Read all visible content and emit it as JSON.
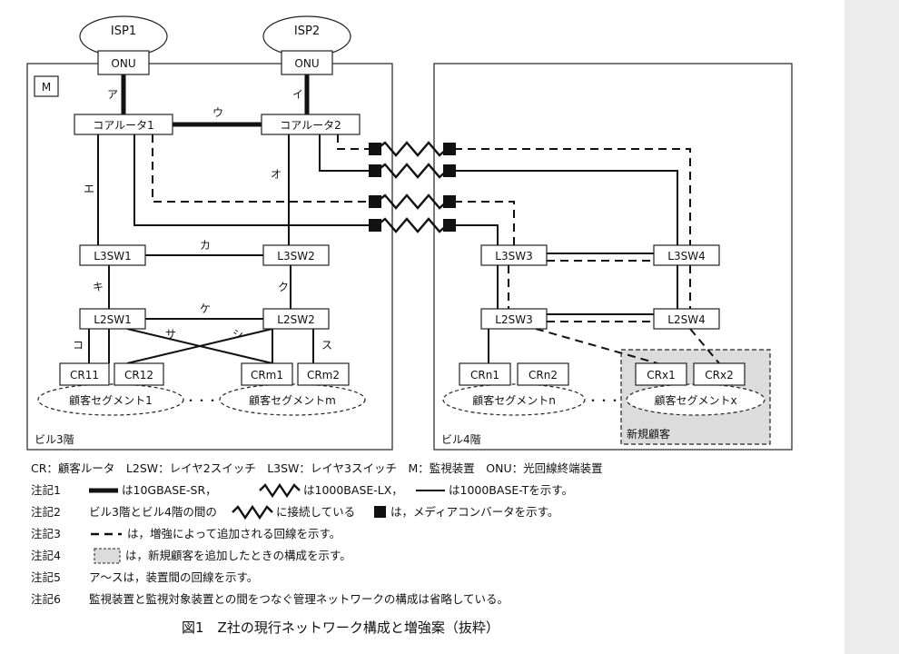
{
  "isp": [
    "ISP1",
    "ISP2"
  ],
  "devices": {
    "onu": "ONU",
    "core1": "コアルータ1",
    "core2": "コアルータ2",
    "l3sw1": "L3SW1",
    "l3sw2": "L3SW2",
    "l3sw3": "L3SW3",
    "l3sw4": "L3SW4",
    "l2sw1": "L2SW1",
    "l2sw2": "L2SW2",
    "l2sw3": "L2SW3",
    "l2sw4": "L2SW4",
    "m": "M",
    "cr11": "CR11",
    "cr12": "CR12",
    "crm1": "CRm1",
    "crm2": "CRm2",
    "crn1": "CRn1",
    "crn2": "CRn2",
    "crx1": "CRx1",
    "crx2": "CRx2"
  },
  "segments": {
    "seg1": "顧客セグメント1",
    "segm": "顧客セグメントm",
    "segn": "顧客セグメントn",
    "segx": "顧客セグメントx",
    "ellipsis": "・・・"
  },
  "floors": {
    "f3": "ビル3階",
    "f4": "ビル4階",
    "newcustomer": "新規顧客"
  },
  "line_labels": {
    "a": "ア",
    "i": "イ",
    "u": "ウ",
    "e": "エ",
    "o": "オ",
    "ka": "カ",
    "ki": "キ",
    "ku": "ク",
    "ke": "ケ",
    "ko": "コ",
    "sa": "サ",
    "shi": "シ",
    "su": "ス"
  },
  "legend": "CR：顧客ルータ　L2SW：レイヤ2スイッチ　L3SW：レイヤ3スイッチ　M：監視装置　ONU：光回線終端装置",
  "notes": [
    {
      "label": "注記1",
      "p1": "は10GBASE-SR，",
      "p2": "は1000BASE-LX，",
      "p3": "は1000BASE-Tを示す。"
    },
    {
      "label": "注記2",
      "p1": "ビル3階とビル4階の間の",
      "p2": "に接続している",
      "p3": "は，メディアコンバータを示す。"
    },
    {
      "label": "注記3",
      "p1": "は，増強によって追加される回線を示す。"
    },
    {
      "label": "注記4",
      "p1": "は，新規顧客を追加したときの構成を示す。"
    },
    {
      "label": "注記5",
      "p1": "ア～スは，装置間の回線を示す。"
    },
    {
      "label": "注記6",
      "p1": "監視装置と監視対象装置との間をつなぐ管理ネットワークの構成は省略している。"
    }
  ],
  "figure_title": "図1　Z社の現行ネットワーク構成と増強案（抜粋）"
}
